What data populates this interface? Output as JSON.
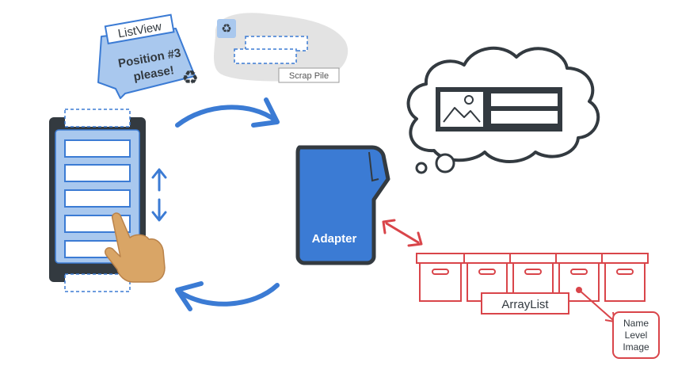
{
  "bubble": {
    "tag": "ListView",
    "line1": "Position #3",
    "line2": "please!"
  },
  "scrap_pile": {
    "label": "Scrap Pile"
  },
  "adapter": {
    "label": "Adapter"
  },
  "array_list": {
    "label": "ArrayList",
    "fields": [
      "Name",
      "Level",
      "Image"
    ]
  },
  "icons": {
    "recycle": "recycle-icon",
    "image": "image-icon",
    "hand": "pointing-hand-icon"
  },
  "colors": {
    "blue": "#3b7bd4",
    "light_blue": "#a9c8ee",
    "dark": "#333a40",
    "red": "#d9454a",
    "gray": "#e3e3e3"
  }
}
